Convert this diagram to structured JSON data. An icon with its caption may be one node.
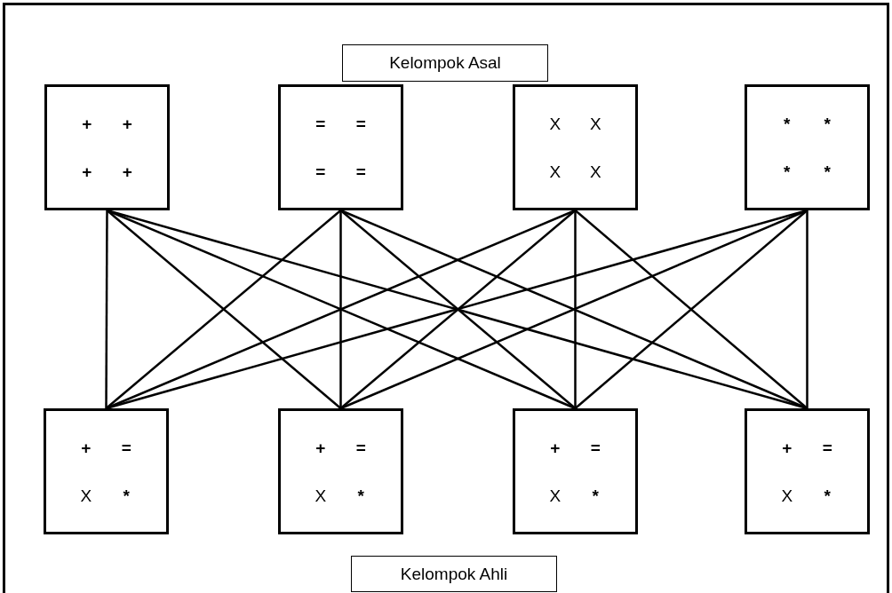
{
  "diagram": {
    "nodes": [
      {
        "text": [
          "Kelompok Asal"
        ]
      },
      {
        "text": [
          "+",
          "+",
          "+",
          "+"
        ]
      },
      {
        "text": [
          "=",
          "=",
          "=",
          "="
        ]
      },
      {
        "text": [
          "X",
          "X",
          "X",
          "X"
        ]
      },
      {
        "text": [
          "*",
          "*",
          "*",
          "*"
        ]
      },
      {
        "text": [
          "+",
          "=",
          "X",
          "*"
        ]
      },
      {
        "text": [
          "+",
          "=",
          "X",
          "*"
        ]
      },
      {
        "text": [
          "+",
          "=",
          "X",
          "*"
        ]
      },
      {
        "text": [
          "+",
          "=",
          "X",
          "*"
        ]
      },
      {
        "text": [
          "Kelompok Ahli"
        ]
      }
    ],
    "edges": [
      {
        "from": 1,
        "to": 5,
        "arrow": "none"
      },
      {
        "from": 1,
        "to": 6,
        "arrow": "none"
      },
      {
        "from": 1,
        "to": 7,
        "arrow": "none"
      },
      {
        "from": 1,
        "to": 8,
        "arrow": "none"
      },
      {
        "from": 2,
        "to": 5,
        "arrow": "none"
      },
      {
        "from": 2,
        "to": 6,
        "arrow": "none"
      },
      {
        "from": 2,
        "to": 7,
        "arrow": "none"
      },
      {
        "from": 2,
        "to": 8,
        "arrow": "none"
      },
      {
        "from": 3,
        "to": 5,
        "arrow": "none"
      },
      {
        "from": 3,
        "to": 6,
        "arrow": "none"
      },
      {
        "from": 3,
        "to": 7,
        "arrow": "none"
      },
      {
        "from": 3,
        "to": 8,
        "arrow": "none"
      },
      {
        "from": 4,
        "to": 5,
        "arrow": "none"
      },
      {
        "from": 4,
        "to": 6,
        "arrow": "none"
      },
      {
        "from": 4,
        "to": 7,
        "arrow": "none"
      },
      {
        "from": 4,
        "to": 8,
        "arrow": "none"
      }
    ]
  }
}
